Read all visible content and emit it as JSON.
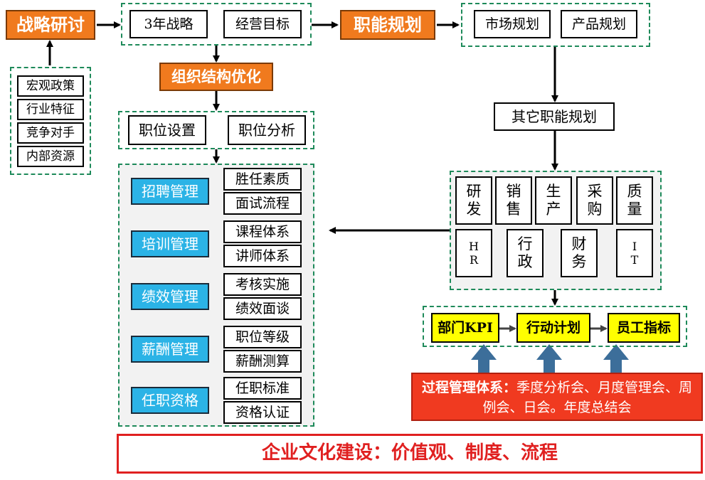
{
  "nodes": {
    "strategy_seminar": "战略研讨",
    "macro_policy": "宏观政策",
    "industry_features": "行业特征",
    "competitors": "竞争对手",
    "internal_resources": "内部资源",
    "three_year_strategy": "3年战略",
    "business_goals": "经营目标",
    "org_optimization": "组织结构优化",
    "position_setting": "职位设置",
    "position_analysis": "职位分析",
    "function_planning": "职能规划",
    "market_planning": "市场规划",
    "product_planning": "产品规划",
    "other_function_planning": "其它职能规划",
    "rd": "研发",
    "sales": "销售",
    "production": "生产",
    "purchasing": "采购",
    "quality": "质量",
    "hr": "HR",
    "admin": "行政",
    "finance": "财务",
    "it": "IT",
    "dept_kpi": "部门KPI",
    "action_plan": "行动计划",
    "employee_indicators": "员工指标",
    "process_mgmt_title": "过程管理体系：",
    "process_mgmt_body": "季度分析会、月度管理会、周例会、日会。年度总结会",
    "culture": "企业文化建设：价值观、制度、流程"
  },
  "hr_modules": [
    {
      "name": "招聘管理",
      "items": [
        "胜任素质",
        "面试流程"
      ]
    },
    {
      "name": "培训管理",
      "items": [
        "课程体系",
        "讲师体系"
      ]
    },
    {
      "name": "绩效管理",
      "items": [
        "考核实施",
        "绩效面谈"
      ]
    },
    {
      "name": "薪酬管理",
      "items": [
        "职位等级",
        "薪酬测算"
      ]
    },
    {
      "name": "任职资格",
      "items": [
        "任职标准",
        "资格认证"
      ]
    }
  ],
  "colors": {
    "orange": "#f07a1e",
    "blue": "#2bb3e6",
    "yellow": "#ffff00",
    "green_dash": "#1e8a5a",
    "red": "#e02020",
    "steel_arrow": "#3c6e9a"
  }
}
